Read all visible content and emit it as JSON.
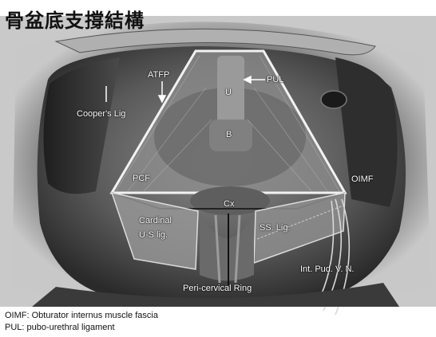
{
  "title": "骨盆底支撐結構",
  "labels": {
    "atfp": "ATFP",
    "pul": "PUL",
    "u": "U",
    "coopers": "Cooper's Lig",
    "b": "B",
    "pcf": "PCF",
    "oimf": "OIMF",
    "cx": "Cx",
    "cardinal": "Cardinal",
    "us_lig": "U-S lig.",
    "ss_lig": "SS. Lig.",
    "int_pud": "Int. Pud. V. N.",
    "pericervical": "Peri-cervical Ring"
  },
  "legend": [
    "OIMF: Obturator internus muscle fascia",
    "PUL: pubo-urethral ligament"
  ]
}
